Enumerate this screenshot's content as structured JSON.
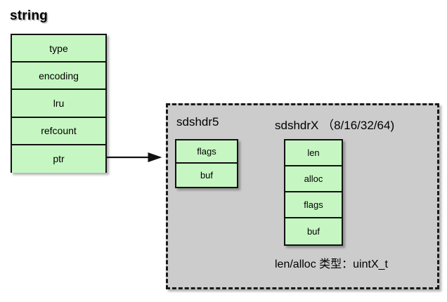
{
  "diagram": {
    "title": "string",
    "string_struct": {
      "name": "string",
      "fields": [
        {
          "label": "type"
        },
        {
          "label": "encoding"
        },
        {
          "label": "lru"
        },
        {
          "label": "refcount"
        },
        {
          "label": "ptr"
        }
      ]
    },
    "sds_container": {
      "sdshdr5": {
        "label": "sdshdr5",
        "fields": [
          {
            "label": "flags"
          },
          {
            "label": "buf"
          }
        ]
      },
      "sdshdrx": {
        "label": "sdshdrX （8/16/32/64)",
        "fields": [
          {
            "label": "len"
          },
          {
            "label": "alloc"
          },
          {
            "label": "flags"
          },
          {
            "label": "buf"
          }
        ]
      },
      "note": "len/alloc 类型：uintX_t"
    },
    "colors": {
      "field_fill": "#c6f7c2",
      "field_border": "#111111",
      "container_fill": "#cccccc",
      "container_border": "#1a1a1a",
      "page_background": "#ffffff",
      "text": "#000000"
    }
  }
}
